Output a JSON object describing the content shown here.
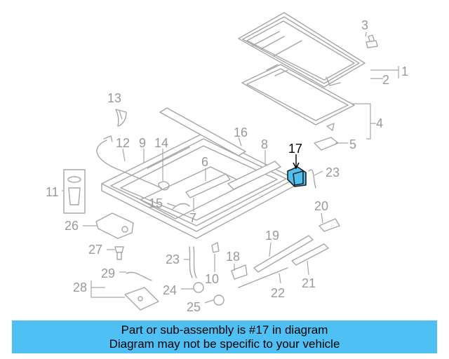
{
  "banner": {
    "line1": "Part or sub-assembly is #17 in diagram",
    "line2": "Diagram may not be specific to your vehicle"
  },
  "colors": {
    "banner_bg": "#4fc0f3",
    "highlight_part": "#4cc0f0",
    "line_art": "#a6a6a6",
    "label_gray": "#9a9a9a",
    "label_highlight": "#000000"
  },
  "callouts": {
    "c1": "1",
    "c2": "2",
    "c3": "3",
    "c4": "4",
    "c5": "5",
    "c6": "6",
    "c7": "7",
    "c8": "8",
    "c9": "9",
    "c10": "10",
    "c11": "11",
    "c12": "12",
    "c13": "13",
    "c14": "14",
    "c15": "15",
    "c16": "16",
    "c17": "17",
    "c18": "18",
    "c19": "19",
    "c20": "20",
    "c21": "21",
    "c22": "22",
    "c23a": "23",
    "c23b": "23",
    "c24": "24",
    "c25": "25",
    "c26": "26",
    "c27": "27",
    "c28": "28",
    "c29": "29"
  },
  "highlighted_part": "17"
}
